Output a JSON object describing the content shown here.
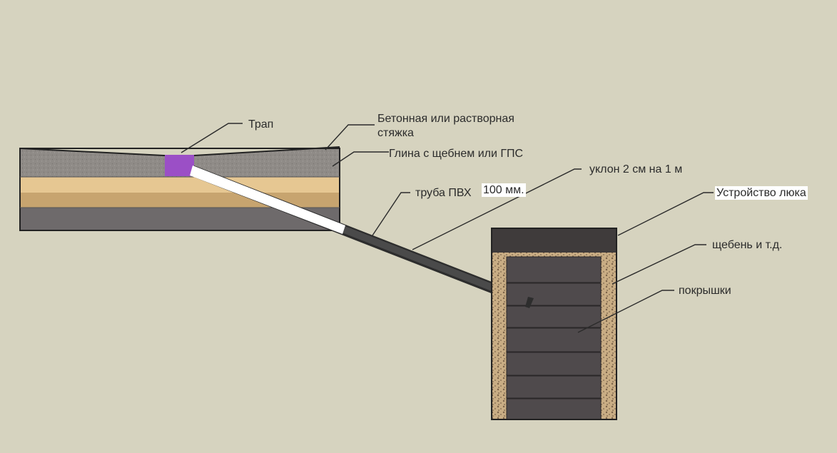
{
  "labels": {
    "trap": "Трап",
    "screed_line1": "Бетонная или растворная",
    "screed_line2": "стяжка",
    "clay": "Глина с щебнем или ГПС",
    "slope": "уклон 2 см на 1 м",
    "pipe": "труба ПВХ",
    "pipe_size": "100 мм.",
    "hatch": "Устройство люка",
    "gravel": "щебень и т.д.",
    "tires": "покрышки"
  },
  "colors": {
    "background": "#d6d3bf",
    "screed": "#8f8b87",
    "sand": "#e6c792",
    "clay": "#c7a46f",
    "base": "#6e6a6b",
    "trap": "#9b4fc6",
    "hatch": "#3f3b3b",
    "gravel": "#c9ad84",
    "tire": "#4f4a4c",
    "pipe": "#ffffff"
  }
}
